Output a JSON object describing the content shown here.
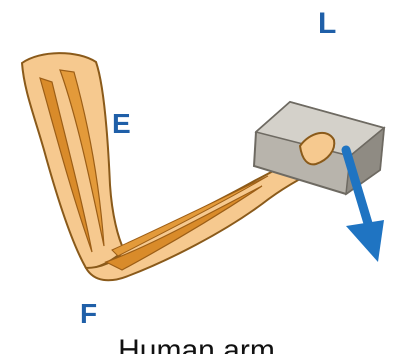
{
  "labels": {
    "load": "L",
    "effort": "E",
    "fulcrum": "F"
  },
  "caption": "Human arm",
  "colors": {
    "skin": "#f6c98f",
    "muscle": "#d98b2a",
    "outline": "#8a5a1a",
    "label": "#1f5fa8",
    "arrow": "#1f74c2",
    "weight": "#b8b4ac"
  },
  "icons": {
    "force_arrow": "arrow-down-right-icon",
    "weight": "weight-block-icon"
  }
}
